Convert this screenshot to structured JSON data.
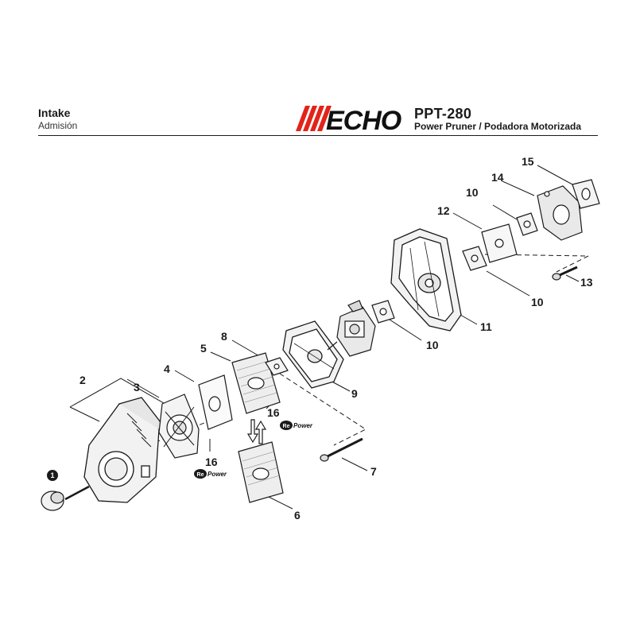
{
  "header": {
    "title": "Intake",
    "subtitle": "Admisión",
    "brand": "ECHO",
    "model": "PPT-280",
    "product": "Power Pruner / Podadora Motorizada"
  },
  "callouts": {
    "c1": "1",
    "c2": "2",
    "c3": "3",
    "c4": "4",
    "c5": "5",
    "c6": "6",
    "c7": "7",
    "c8": "8",
    "c9": "9",
    "c10a": "10",
    "c10b": "10",
    "c10c": "10",
    "c11": "11",
    "c12": "12",
    "c13": "13",
    "c14": "14",
    "c15": "15",
    "c16a": "16",
    "c16b": "16"
  },
  "repower": {
    "re": "Re",
    "power": "Power"
  },
  "colors": {
    "brand_red": "#e2231a",
    "ink": "#1a1a1a",
    "part_fill": "#f2f2f2"
  }
}
